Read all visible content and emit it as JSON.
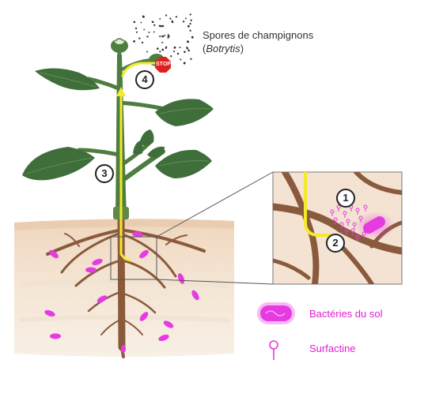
{
  "labels": {
    "spores_line1": "Spores de champignons",
    "spores_open": "(",
    "spores_italic": "Botrytis",
    "spores_close": ")",
    "stop": "STOP",
    "bacteria": "Bactéries du sol",
    "surfactin": "Surfactine"
  },
  "steps": [
    "1",
    "2",
    "3",
    "4"
  ],
  "colors": {
    "leaf": "#3f6e3a",
    "stem": "#4e7d3f",
    "root": "#8a5a3c",
    "signal": "#f2ea2a",
    "bacteria": "#e53be0",
    "stop": "#e02020",
    "soil_top": "#f1d9c0",
    "soil_bottom": "#f6ece0"
  }
}
